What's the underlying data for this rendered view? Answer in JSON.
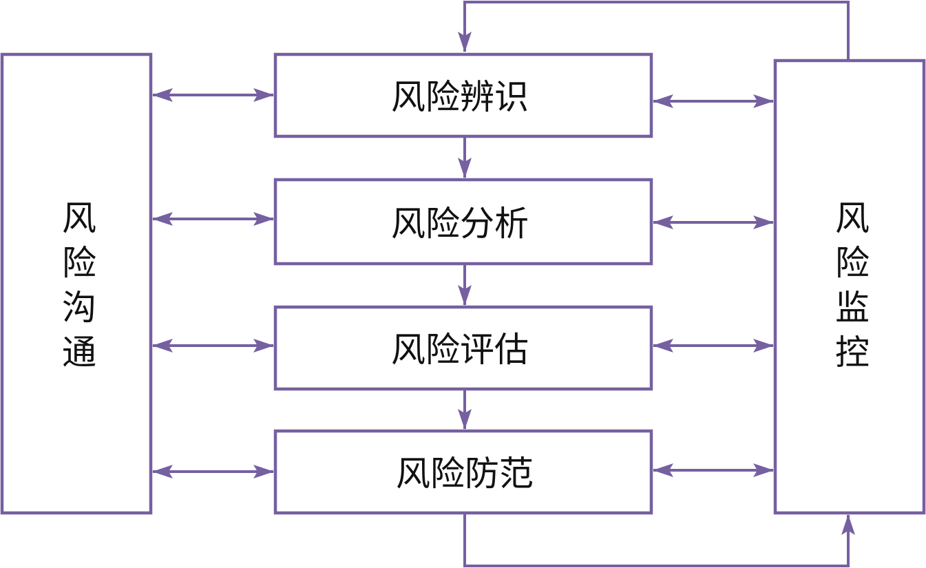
{
  "colors": {
    "stroke": "#7560a0",
    "text": "#111111"
  },
  "nodes": {
    "communication": {
      "label": "风险沟通",
      "chars": [
        "风",
        "险",
        "沟",
        "通"
      ]
    },
    "identification": {
      "label": "风险辨识"
    },
    "analysis": {
      "label": "风险分析"
    },
    "evaluation": {
      "label": "风险评估"
    },
    "prevention": {
      "label": "风险防范"
    },
    "monitoring": {
      "label": "风险监控",
      "chars": [
        "风",
        "险",
        "监",
        "控"
      ]
    }
  },
  "edges": [
    {
      "from": "identification",
      "to": "analysis"
    },
    {
      "from": "analysis",
      "to": "evaluation"
    },
    {
      "from": "evaluation",
      "to": "prevention"
    },
    {
      "from": "prevention",
      "to": "monitoring"
    },
    {
      "from": "monitoring",
      "to": "identification"
    },
    {
      "from": "communication",
      "to": "identification",
      "bidirectional": true
    },
    {
      "from": "communication",
      "to": "analysis",
      "bidirectional": true
    },
    {
      "from": "communication",
      "to": "evaluation",
      "bidirectional": true
    },
    {
      "from": "communication",
      "to": "prevention",
      "bidirectional": true
    },
    {
      "from": "identification",
      "to": "monitoring",
      "bidirectional": true
    },
    {
      "from": "analysis",
      "to": "monitoring",
      "bidirectional": true
    },
    {
      "from": "evaluation",
      "to": "monitoring",
      "bidirectional": true
    },
    {
      "from": "prevention",
      "to": "monitoring",
      "bidirectional": true
    }
  ]
}
